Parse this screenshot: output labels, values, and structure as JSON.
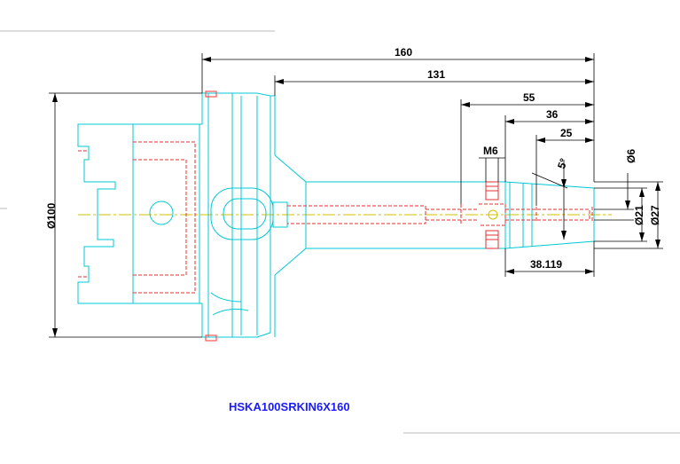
{
  "drawing": {
    "part_number": "HSKA100SRKIN6X160",
    "dimensions": {
      "overall_length": "160",
      "body_length": "131",
      "d55": "55",
      "d36": "36",
      "d25": "25",
      "thread": "M6",
      "angle": "5°",
      "dia_6": "Ø6",
      "dia_21": "Ø21",
      "dia_27": "Ø27",
      "dia_100": "Ø100",
      "tip_length": "38.119"
    },
    "colors": {
      "outline": "#00c8d4",
      "hidden": "#e03030",
      "dimension": "#000000",
      "centerline": "#d0c000",
      "title": "#1a1aff"
    }
  }
}
